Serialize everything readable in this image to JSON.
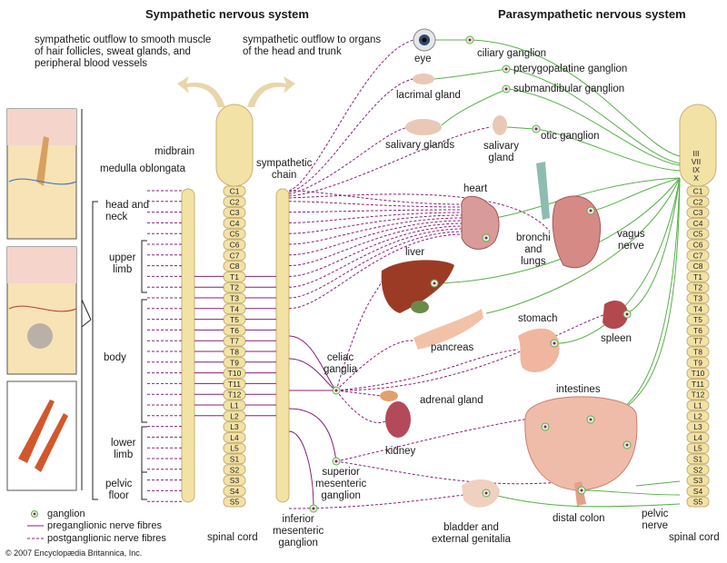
{
  "titles": {
    "sympathetic": "Sympathetic nervous system",
    "parasympathetic": "Parasympathetic nervous system"
  },
  "annotations": {
    "outflow_smooth_muscle": [
      "sympathetic outflow to smooth muscle",
      "of hair follicles, sweat glands, and",
      "peripheral blood vessels"
    ],
    "outflow_head_trunk": [
      "sympathetic outflow to organs",
      "of the head and trunk"
    ]
  },
  "cord_labels": {
    "midbrain": "midbrain",
    "medulla": "medulla oblongata",
    "sympathetic_chain": [
      "sympathetic",
      "chain"
    ],
    "spinal_cord_left": "spinal cord",
    "spinal_cord_right": "spinal cord",
    "vagus": [
      "vagus",
      "nerve"
    ],
    "pelvic_nerve": [
      "pelvic",
      "nerve"
    ],
    "celiac": [
      "celiac",
      "ganglia"
    ],
    "superior_mesenteric": [
      "superior",
      "mesenteric",
      "ganglion"
    ],
    "inferior_mesenteric": [
      "inferior",
      "mesenteric",
      "ganglion"
    ]
  },
  "body_regions": {
    "head_neck": [
      "head and",
      "neck"
    ],
    "upper_limb": [
      "upper",
      "limb"
    ],
    "body": "body",
    "lower_limb": [
      "lower",
      "limb"
    ],
    "pelvic_floor": [
      "pelvic",
      "floor"
    ]
  },
  "organs": {
    "eye": "eye",
    "ciliary": "ciliary ganglion",
    "pterygopalatine": "pterygopalatine ganglion",
    "lacrimal": "lacrimal gland",
    "submandibular": "submandibular ganglion",
    "salivary_glands": "salivary glands",
    "salivary_gland": [
      "salivary",
      "gland"
    ],
    "otic": "otic ganglion",
    "heart": "heart",
    "bronchi_lungs": [
      "bronchi",
      "and",
      "lungs"
    ],
    "liver": "liver",
    "stomach": "stomach",
    "spleen": "spleen",
    "pancreas": "pancreas",
    "adrenal": "adrenal gland",
    "intestines": "intestines",
    "kidney": "kidney",
    "distal_colon": "distal colon",
    "bladder": [
      "bladder and",
      "external genitalia"
    ]
  },
  "segments": {
    "cranial": [
      "III",
      "VII",
      "IX",
      "X"
    ],
    "spinal": [
      "C1",
      "C2",
      "C3",
      "C4",
      "C5",
      "C6",
      "C7",
      "C8",
      "T1",
      "T2",
      "T3",
      "T4",
      "T5",
      "T6",
      "T7",
      "T8",
      "T9",
      "T10",
      "T11",
      "T12",
      "L1",
      "L2",
      "L3",
      "L4",
      "L5",
      "S1",
      "S2",
      "S3",
      "S4",
      "S5"
    ]
  },
  "legend": {
    "ganglion": "ganglion",
    "preganglionic": "preganglionic nerve fibres",
    "postganglionic": "postganglionic nerve fibres"
  },
  "copyright": "© 2007 Encyclopædia Britannica, Inc.",
  "colors": {
    "sympathetic": "#8a1f7a",
    "parasympathetic": "#58b04a",
    "cord": "#f3e2a6",
    "cord_stroke": "#c9b070",
    "organ": "#c97d6e"
  }
}
